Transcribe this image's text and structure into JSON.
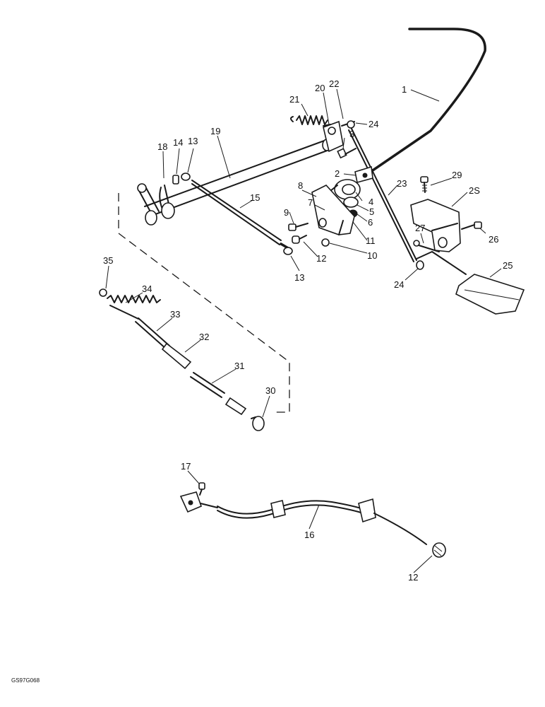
{
  "drawing_code": "GS97G068",
  "callouts": {
    "p1": "1",
    "p2": "2",
    "p3": "3",
    "p4": "4",
    "p5": "5",
    "p6": "6",
    "p7": "7",
    "p8": "8",
    "p9": "9",
    "p10": "10",
    "p11": "11",
    "p12a": "12",
    "p12b": "12",
    "p13a": "13",
    "p13b": "13",
    "p14": "14",
    "p15": "15",
    "p16": "16",
    "p17": "17",
    "p18": "18",
    "p19": "19",
    "p20": "20",
    "p21": "21",
    "p22": "22",
    "p23": "23",
    "p24a": "24",
    "p24b": "24",
    "p25": "25",
    "p26": "26",
    "p27": "27",
    "p28": "2S",
    "p29": "29",
    "p30": "30",
    "p31": "31",
    "p32": "32",
    "p33": "33",
    "p34": "34",
    "p35": "35"
  }
}
